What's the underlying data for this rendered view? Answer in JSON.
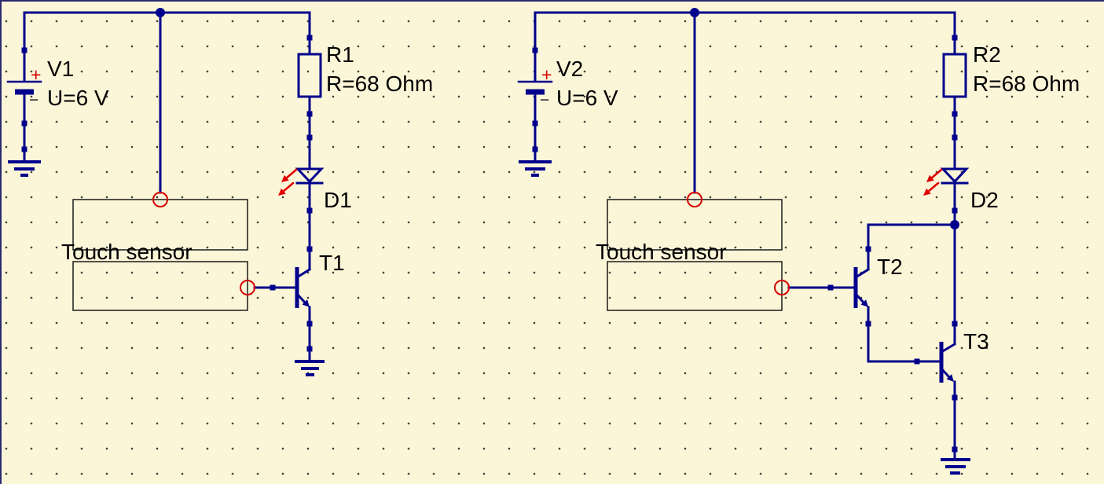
{
  "app": {
    "view": "schematic-canvas"
  },
  "colors": {
    "background": "#FCF6D8",
    "wire": "#00008C",
    "terminal_red": "#D40000",
    "led_arrow_red": "#E00000",
    "text": "#000000",
    "sensor_outline": "#1a1a1a",
    "grid_dot": "#3c3c3c"
  },
  "left": {
    "source": {
      "designator": "V1",
      "value": "U=6 V",
      "plus": "+",
      "minus": "−"
    },
    "resistor": {
      "designator": "R1",
      "value": "R=68 Ohm"
    },
    "led": {
      "designator": "D1"
    },
    "transistor": {
      "designator": "T1"
    },
    "sensor": {
      "label": "Touch sensor"
    }
  },
  "right": {
    "source": {
      "designator": "V2",
      "value": "U=6 V",
      "plus": "+",
      "minus": "−"
    },
    "resistor": {
      "designator": "R2",
      "value": "R=68 Ohm"
    },
    "led": {
      "designator": "D2"
    },
    "transistor_driver": {
      "designator": "T2"
    },
    "transistor_output": {
      "designator": "T3"
    },
    "sensor": {
      "label": "Touch sensor"
    }
  }
}
